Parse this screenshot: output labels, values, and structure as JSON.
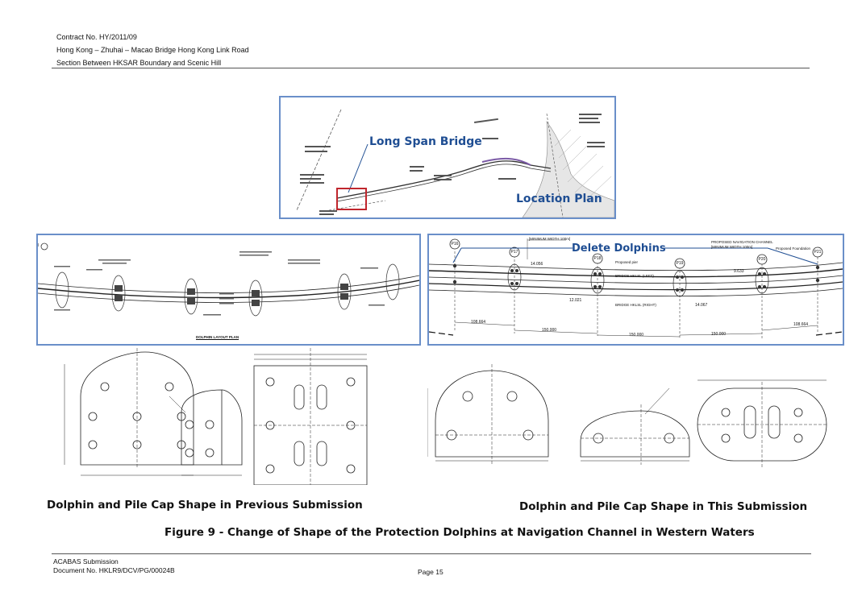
{
  "header": {
    "contract": "Contract No. HY/2011/09",
    "project": "Hong Kong – Zhuhai – Macao Bridge Hong Kong Link Road",
    "section": "Section Between HKSAR Boundary and Scenic Hill"
  },
  "location_plan": {
    "bridge_label": "Long Span Bridge",
    "plan_label": "Location Plan"
  },
  "layout_right": {
    "delete_label": "Delete Dolphins",
    "piers": [
      "P16",
      "P17",
      "P18",
      "P19",
      "P20",
      "P21"
    ],
    "dims": {
      "d1": "14.056",
      "d2": "12.021",
      "d3": "14.067",
      "d4": "9.633",
      "d5": "108.664",
      "d6": "150.000",
      "d7": "150.000",
      "d8": "150.000",
      "d9": "108.664"
    },
    "labels": {
      "proposed_pier": "Proposed pier",
      "bridge_left": "BRIDGE HKLSL (LEFT)",
      "bridge_right": "BRIDGE HKLSL (RIGHT)",
      "min_width": "[MINIMUM WIDTH 100m]",
      "nav_channel": "PROPOSED NAVIGATION CHANNEL",
      "nav_width": "[MINIMUM WIDTH 100m]",
      "proposed_foundation": "Proposed Foundation"
    }
  },
  "layout_left": {
    "plan_title": "DOLPHIN LAYOUT PLAN"
  },
  "captions": {
    "previous": "Dolphin and Pile Cap Shape in Previous Submission",
    "current": "Dolphin and Pile Cap Shape in This Submission",
    "figure": "Figure 9 - Change of Shape of the Protection Dolphins at Navigation Channel in Western Waters"
  },
  "footer": {
    "submission": "ACABAS Submission",
    "document": "Document No. HKLR9/DCV/PG/00024B",
    "page": "Page 15"
  },
  "colors": {
    "panel_border": "#6a8fc9",
    "label_blue": "#1f4e93",
    "highlight_red": "#c0262d"
  }
}
